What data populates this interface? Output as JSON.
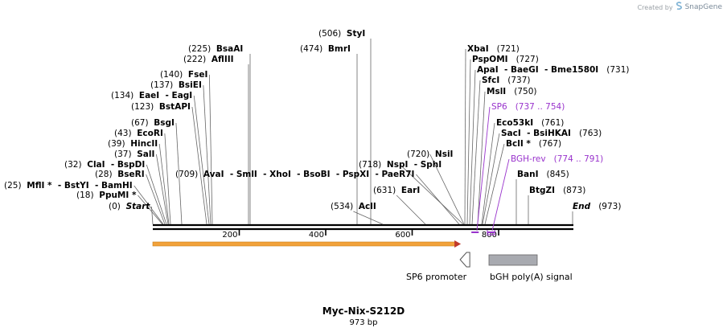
{
  "credit": {
    "prefix": "Created by",
    "brand": "SnapGene"
  },
  "map": {
    "name": "Myc-Nix-S212D",
    "length_label": "973 bp",
    "total_bp": 973,
    "ticks": [
      {
        "pos": 200,
        "label": "200"
      },
      {
        "pos": 400,
        "label": "400"
      },
      {
        "pos": 600,
        "label": "600"
      },
      {
        "pos": 800,
        "label": "800"
      }
    ],
    "features": [
      {
        "name": "sp6-promoter",
        "label": "SP6 promoter",
        "start": 737,
        "end": 754,
        "type": "promoter"
      },
      {
        "name": "bgh-polya-signal",
        "label": "bGH poly(A) signal",
        "start": 776,
        "end": 888,
        "type": "polyA"
      }
    ],
    "orf": {
      "start": 0,
      "end": 709
    },
    "primer_marks": [
      {
        "name": "sp6-primer-mark",
        "start": 737,
        "end": 754
      },
      {
        "name": "bgh-rev-primer-mark",
        "start": 774,
        "end": 791
      }
    ],
    "sites": [
      {
        "num": "(0)",
        "text": "Start",
        "pos": 0,
        "italic": true
      },
      {
        "num": "(18)",
        "text": "PpuMI *",
        "pos": 18
      },
      {
        "num": "(25)",
        "text": "MflI * - BstYI - BamHI",
        "pos": 25
      },
      {
        "num": "(28)",
        "text": "BseRI",
        "pos": 28
      },
      {
        "num": "(32)",
        "text": "ClaI - BspDI",
        "pos": 32
      },
      {
        "num": "(37)",
        "text": "SalI",
        "pos": 37
      },
      {
        "num": "(39)",
        "text": "HincII",
        "pos": 39
      },
      {
        "num": "(43)",
        "text": "EcoRI",
        "pos": 43
      },
      {
        "num": "(67)",
        "text": "BsgI",
        "pos": 67
      },
      {
        "num": "(123)",
        "text": "BstAPI",
        "pos": 123
      },
      {
        "num": "(134)",
        "text": "EaeI - EagI",
        "pos": 134
      },
      {
        "num": "(137)",
        "text": "BsiEI",
        "pos": 137
      },
      {
        "num": "(140)",
        "text": "FseI",
        "pos": 140
      },
      {
        "num": "(222)",
        "text": "AflIII",
        "pos": 222
      },
      {
        "num": "(225)",
        "text": "BsaAI",
        "pos": 225
      },
      {
        "num": "(474)",
        "text": "BmrI",
        "pos": 474
      },
      {
        "num": "(506)",
        "text": "StyI",
        "pos": 506
      },
      {
        "num": "(534)",
        "text": "AclI",
        "pos": 534
      },
      {
        "num": "(631)",
        "text": "EarI",
        "pos": 631
      },
      {
        "num": "(709)",
        "text": "AvaI - SmlI - XhoI - BsoBI - PspXI - PaeR7I",
        "pos": 709,
        "numFirst": true
      },
      {
        "num": "(718)",
        "text": "NspI - SphI",
        "pos": 718
      },
      {
        "num": "(720)",
        "text": "NsiI",
        "pos": 720
      },
      {
        "num": "(721)",
        "text": "XbaI",
        "pos": 721,
        "numAfter": true
      },
      {
        "num": "(727)",
        "text": "PspOMI",
        "pos": 727,
        "numAfter": true
      },
      {
        "num": "(731)",
        "text": "ApaI - BaeGI - Bme1580I",
        "pos": 731,
        "numAfter": true
      },
      {
        "num": "(737)",
        "text": "SfcI",
        "pos": 737,
        "numAfter": true
      },
      {
        "num": "(750)",
        "text": "MslI",
        "pos": 750,
        "numAfter": true
      },
      {
        "num": "(761)",
        "text": "Eco53kI",
        "pos": 761,
        "numAfter": true
      },
      {
        "num": "(763)",
        "text": "SacI - BsiHKAI",
        "pos": 763,
        "numAfter": true
      },
      {
        "num": "(767)",
        "text": "BclI *",
        "pos": 767,
        "numAfter": true
      },
      {
        "num": "(845)",
        "text": "BanI",
        "pos": 845,
        "numAfter": true
      },
      {
        "num": "(873)",
        "text": "BtgZI",
        "pos": 873,
        "numAfter": true
      },
      {
        "num": "(973)",
        "text": "End",
        "pos": 973,
        "numAfter": true,
        "italic": true
      }
    ],
    "primers": [
      {
        "name": "SP6",
        "range": "(737 .. 754)",
        "pos": 745
      },
      {
        "name": "BGH-rev",
        "range": "(774 .. 791)",
        "pos": 782
      }
    ],
    "colors": {
      "orf_fill": "#f2a23a",
      "orf_edge": "#c97d1a",
      "primer": "#9933cc",
      "feature_grey": "#a8aab0",
      "backbone": "#000000",
      "site_line": "#666666"
    }
  }
}
